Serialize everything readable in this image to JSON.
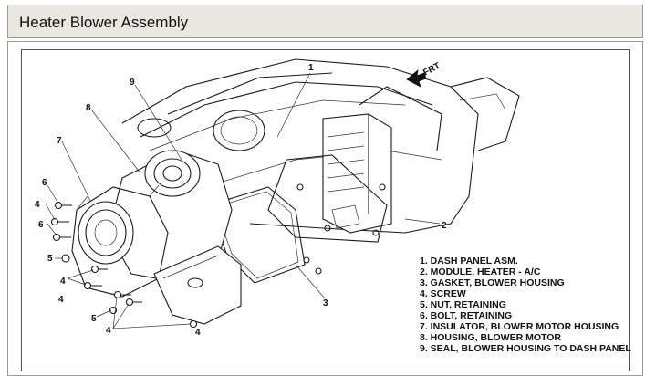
{
  "header": {
    "title": "Heater Blower Assembly"
  },
  "diagram": {
    "direction_label": "FRT",
    "callouts": [
      "1",
      "2",
      "3",
      "4",
      "4",
      "4",
      "4",
      "4",
      "5",
      "5",
      "6",
      "6",
      "7",
      "8",
      "9"
    ],
    "legend": [
      "1. DASH PANEL ASM.",
      "2. MODULE, HEATER - A/C",
      "3. GASKET, BLOWER HOUSING",
      "4. SCREW",
      "5. NUT, RETAINING",
      "6. BOLT, RETAINING",
      "7. INSULATOR, BLOWER MOTOR HOUSING",
      "8. HOUSING, BLOWER MOTOR",
      "9. SEAL, BLOWER HOUSING TO DASH PANEL"
    ]
  }
}
